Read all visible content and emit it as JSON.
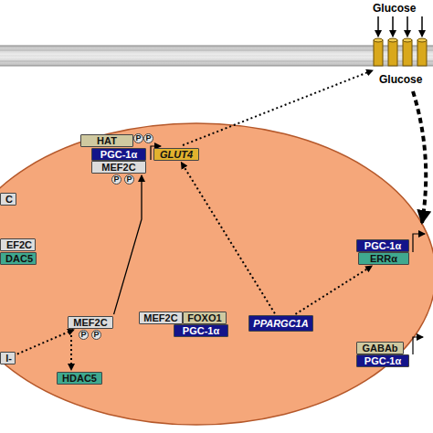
{
  "diagram": {
    "nodes": [
      {
        "text": [
          "C"
        ]
      },
      {
        "text": [
          "HAT"
        ]
      },
      {
        "text": [
          "P"
        ]
      },
      {
        "text": [
          "P"
        ]
      },
      {
        "text": [
          "PGC-1α"
        ]
      },
      {
        "text": [
          "GLUT4"
        ]
      },
      {
        "text": [
          "MEF2C"
        ]
      },
      {
        "text": [
          "P"
        ]
      },
      {
        "text": [
          "P"
        ]
      },
      {
        "text": [
          "EF2C"
        ]
      },
      {
        "text": [
          "DAC5"
        ]
      },
      {
        "text": [
          "MEF2C"
        ]
      },
      {
        "text": [
          "P"
        ]
      },
      {
        "text": [
          "P"
        ]
      },
      {
        "text": [
          "HDAC5"
        ]
      },
      {
        "text": [
          "l-"
        ]
      },
      {
        "text": [
          "MEF2C"
        ]
      },
      {
        "text": [
          "FOXO1"
        ]
      },
      {
        "text": [
          "PGC-1α"
        ]
      },
      {
        "text": [
          "PPARGC1A"
        ]
      },
      {
        "text": [
          "PGC-1α"
        ]
      },
      {
        "text": [
          "ERRα"
        ]
      },
      {
        "text": [
          "GABAb"
        ]
      },
      {
        "text": [
          "PGC-1α"
        ]
      }
    ],
    "edges": [
      {
        "from": 11,
        "to": 6,
        "arrow": "to"
      },
      {
        "from": 11,
        "to": 14,
        "arrow": "to"
      },
      {
        "from": 15,
        "to": 11,
        "arrow": "to"
      },
      {
        "from": 19,
        "to": 5,
        "arrow": "to"
      },
      {
        "from": 19,
        "to": 21,
        "arrow": "to"
      }
    ],
    "labels": [
      "Glucose",
      "Glucose"
    ]
  }
}
